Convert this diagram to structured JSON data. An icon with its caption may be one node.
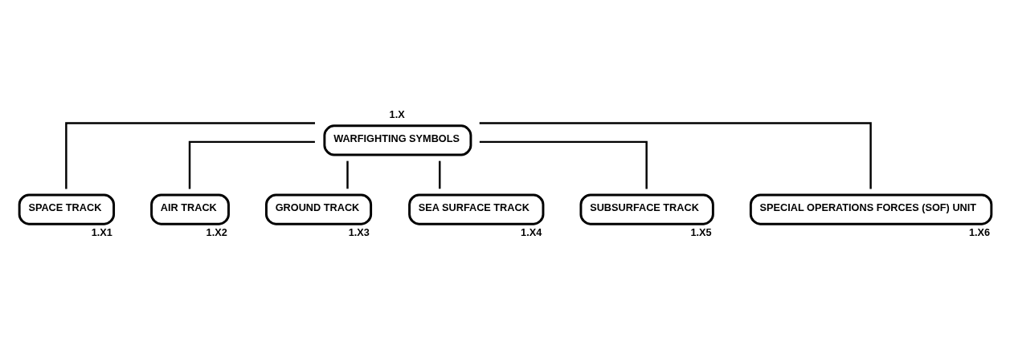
{
  "diagram": {
    "nodes": [
      {
        "text": [
          "WARFIGHTING SYMBOLS"
        ],
        "beside": [
          "1.X"
        ]
      },
      {
        "text": [
          "SPACE TRACK"
        ],
        "beside": [
          "1.X1"
        ]
      },
      {
        "text": [
          "AIR TRACK"
        ],
        "beside": [
          "1.X2"
        ]
      },
      {
        "text": [
          "GROUND TRACK"
        ],
        "beside": [
          "1.X3"
        ]
      },
      {
        "text": [
          "SEA SURFACE TRACK"
        ],
        "beside": [
          "1.X4"
        ]
      },
      {
        "text": [
          "SUBSURFACE TRACK"
        ],
        "beside": [
          "1.X5"
        ]
      },
      {
        "text": [
          "SPECIAL OPERATIONS FORCES (SOF) UNIT"
        ],
        "beside": [
          "1.X6"
        ]
      }
    ],
    "edges": [
      {
        "from": 0,
        "to": 1,
        "arrow": "none"
      },
      {
        "from": 0,
        "to": 2,
        "arrow": "none"
      },
      {
        "from": 0,
        "to": 3,
        "arrow": "none"
      },
      {
        "from": 0,
        "to": 4,
        "arrow": "none"
      },
      {
        "from": 0,
        "to": 5,
        "arrow": "none"
      },
      {
        "from": 0,
        "to": 6,
        "arrow": "none"
      }
    ]
  }
}
